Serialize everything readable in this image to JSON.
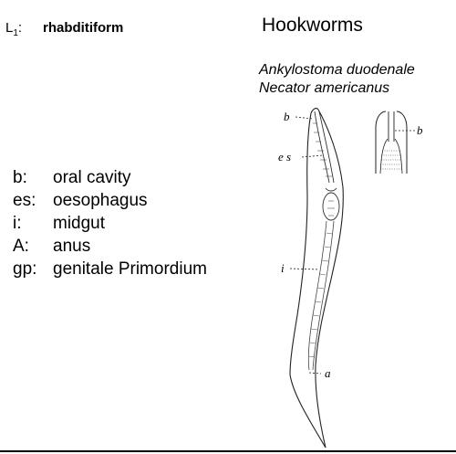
{
  "stage": {
    "label": "L",
    "subscript": "1",
    "suffix": ":",
    "name": "rhabditiform"
  },
  "title": "Hookworms",
  "species": [
    "Ankylostoma duodenale",
    "Necator americanus"
  ],
  "legend": [
    {
      "key": "b:",
      "value": "oral cavity"
    },
    {
      "key": "es:",
      "value": "oesophagus"
    },
    {
      "key": "i:",
      "value": "midgut"
    },
    {
      "key": "A:",
      "value": "anus"
    },
    {
      "key": "gp:",
      "value": "genitale Primordium"
    }
  ],
  "figure_labels": {
    "b_main": "b",
    "es": "e s",
    "i": "i",
    "a": "a",
    "b_detail": "b"
  }
}
